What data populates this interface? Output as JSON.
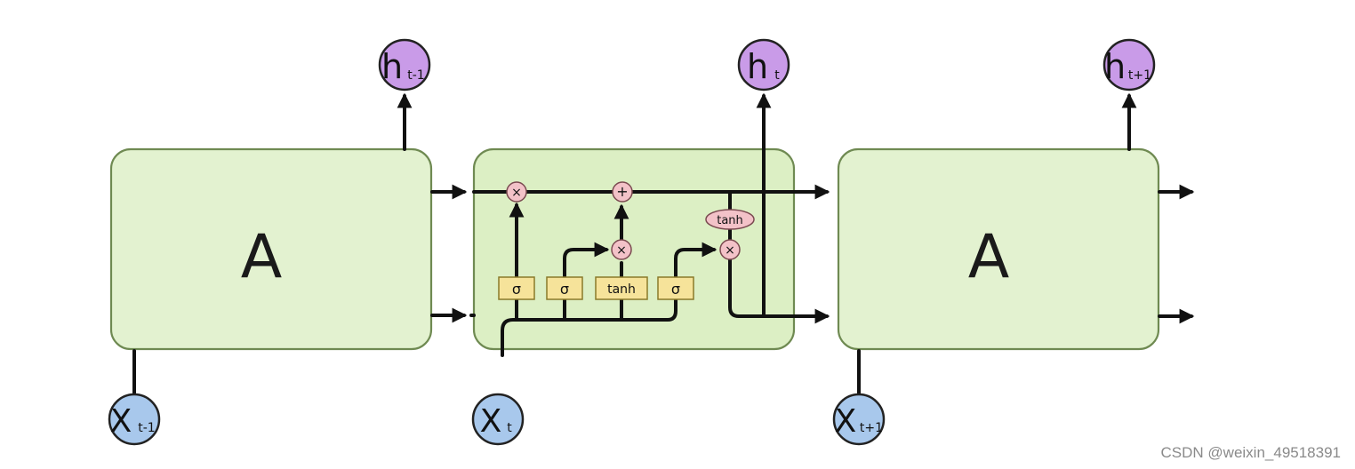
{
  "colors": {
    "cell_fill": "#dcefc4",
    "cell_stroke": "#6f8a52",
    "line": "#111111",
    "ghost": "#ffffff",
    "gate_fill": "#f6e39a",
    "gate_stroke": "#8a7a2a",
    "op_fill": "#f3c2c8",
    "op_stroke": "#7a4a50",
    "h_node": "#c99be8",
    "x_node": "#a8c8ec",
    "node_stroke": "#222222"
  },
  "cells": [
    {
      "label": "A"
    },
    {
      "label": ""
    },
    {
      "label": "A"
    }
  ],
  "gates": [
    "σ",
    "σ",
    "tanh",
    "σ"
  ],
  "ops": {
    "forget": "×",
    "add": "+",
    "input": "×",
    "output": "×",
    "tanh": "tanh"
  },
  "outputs": [
    {
      "base": "h",
      "sub": "t-1"
    },
    {
      "base": "h",
      "sub": "t"
    },
    {
      "base": "h",
      "sub": "t+1"
    }
  ],
  "inputs": [
    {
      "base": "X",
      "sub": "t-1"
    },
    {
      "base": "X",
      "sub": "t"
    },
    {
      "base": "X",
      "sub": "t+1"
    }
  ],
  "watermark": "CSDN @weixin_49518391"
}
